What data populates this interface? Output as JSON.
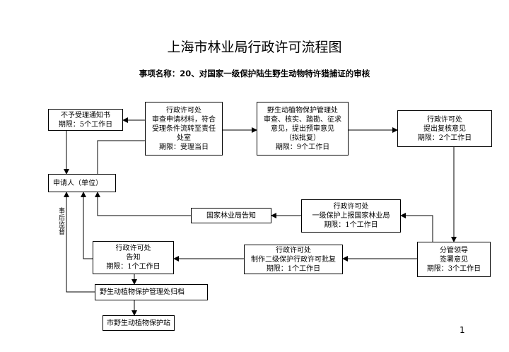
{
  "title": "上海市林业局行政许可流程图",
  "subtitle": "事项名称：20、对国家一级保护陆生野生动物特许猎捕证的审核",
  "boxes": {
    "refuse": {
      "lines": [
        "不予受理通知书",
        "期限：5个工作日"
      ]
    },
    "accept": {
      "lines": [
        "行政许可处",
        "审查申请材料，符合",
        "受理条件流转至责任",
        "处室",
        "期限：受理当日"
      ]
    },
    "wildlife_review": {
      "lines": [
        "野生动植物保护管理处",
        "审查、核实、踏勘、征求",
        "意见，提出预审意见",
        "（拟批复）",
        "期限：9个工作日"
      ]
    },
    "recheck": {
      "lines": [
        "行政许可处",
        "提出复核意见",
        "期限：2个工作日"
      ]
    },
    "applicant": {
      "lines": [
        "申请人（单位）"
      ]
    },
    "national_notify": {
      "lines": [
        "国家林业局告知"
      ]
    },
    "report_national": {
      "lines": [
        "行政许可处",
        "一级保护上报国家林业局",
        "期限：1个工作日"
      ]
    },
    "leader": {
      "lines": [
        "分管领导",
        "签署意见",
        "期限：3个工作日"
      ]
    },
    "make_reply": {
      "lines": [
        "行政许可处",
        "制作二级保护行政许可批复",
        "期限：1个工作日"
      ]
    },
    "inform": {
      "lines": [
        "行政许可处",
        "告知",
        "期限：1个工作日"
      ]
    },
    "archive": {
      "lines": [
        "野生动植物保护管理处归档"
      ]
    },
    "station": {
      "lines": [
        "市野生动植物保护站"
      ]
    }
  },
  "side_label": "事后监督",
  "page_number": "1"
}
